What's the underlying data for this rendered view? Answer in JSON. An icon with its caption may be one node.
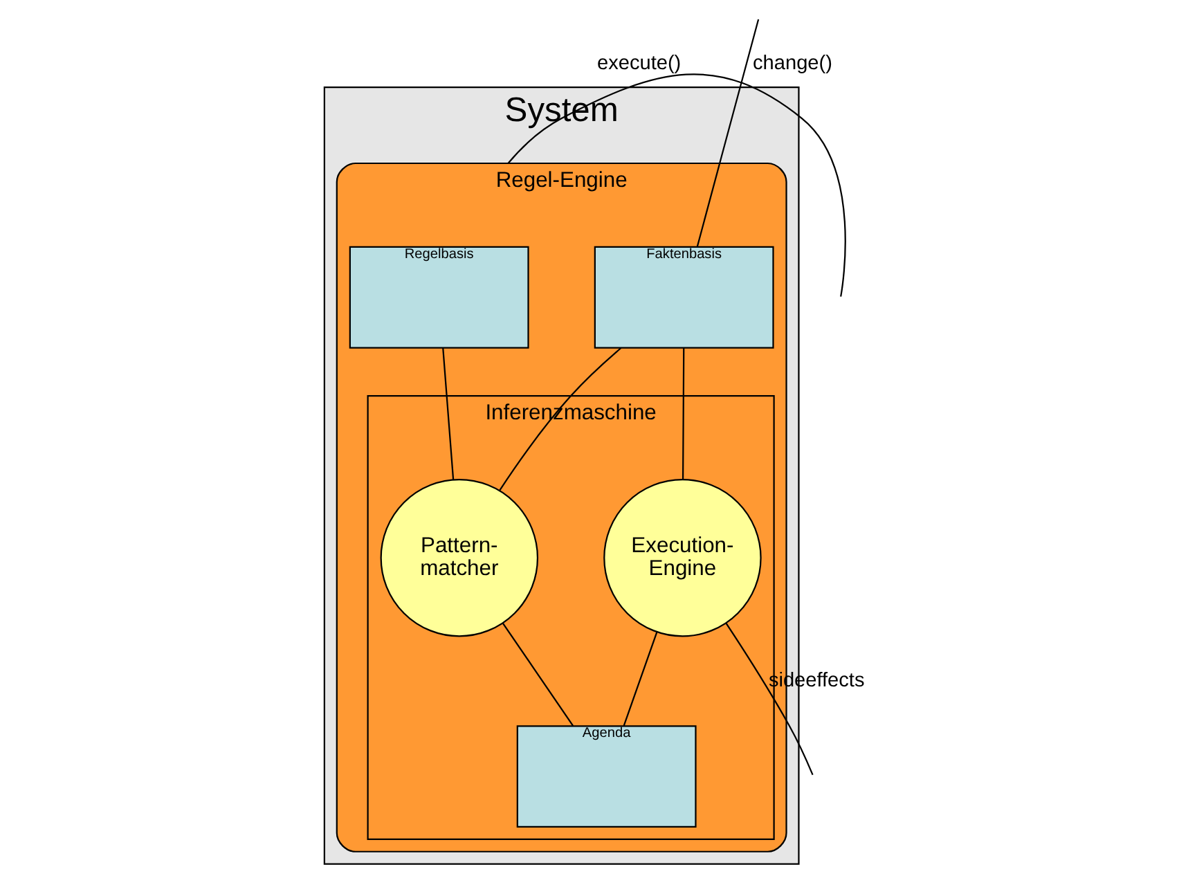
{
  "diagram": {
    "nodes": [
      {
        "text": [
          "System"
        ]
      },
      {
        "text": [
          "Regel-Engine"
        ],
        "in": 0
      },
      {
        "text": [
          "Regelbasis"
        ],
        "in": 1
      },
      {
        "text": [
          "Faktenbasis"
        ],
        "in": 1
      },
      {
        "text": [
          "Inferenzmaschine"
        ],
        "in": 1
      },
      {
        "text": [
          "Pattern- matcher"
        ],
        "in": 4
      },
      {
        "text": [
          "Execution- Engine"
        ],
        "in": 4
      },
      {
        "text": [
          "Agenda"
        ],
        "in": 4
      }
    ],
    "edges": [
      {
        "from": null,
        "to": 3,
        "arrow": "none",
        "label": "change()"
      },
      {
        "from": null,
        "to": 1,
        "arrow": "none",
        "label": "execute()"
      },
      {
        "from": 2,
        "to": 5,
        "arrow": "none"
      },
      {
        "from": 3,
        "to": 5,
        "arrow": "none"
      },
      {
        "from": 3,
        "to": 6,
        "arrow": "none"
      },
      {
        "from": 6,
        "to": null,
        "arrow": "none",
        "label": "sideeffects"
      },
      {
        "from": 5,
        "to": 7,
        "arrow": "none"
      },
      {
        "from": 7,
        "to": 6,
        "arrow": "none"
      }
    ]
  }
}
